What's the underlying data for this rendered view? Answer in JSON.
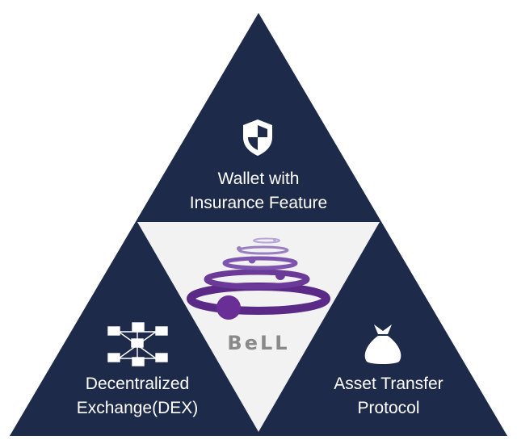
{
  "colors": {
    "navy": "#1e2a4a",
    "center_fill": "#f2f2f2",
    "brand_purple": "#5b2a86",
    "brand_light": "#9a7fc2",
    "brand_text": "#8a8a8a"
  },
  "segments": [
    {
      "id": "top",
      "icon": "shield-icon",
      "lines": [
        "Wallet with",
        "Insurance Feature"
      ]
    },
    {
      "id": "left",
      "icon": "network-icon",
      "lines": [
        "Decentralized",
        "Exchange(DEX)"
      ]
    },
    {
      "id": "right",
      "icon": "money-bag-icon",
      "lines": [
        "Asset Transfer",
        "Protocol"
      ]
    }
  ],
  "brand": {
    "name": "BeLL",
    "icon": "bell-orbit-logo"
  }
}
